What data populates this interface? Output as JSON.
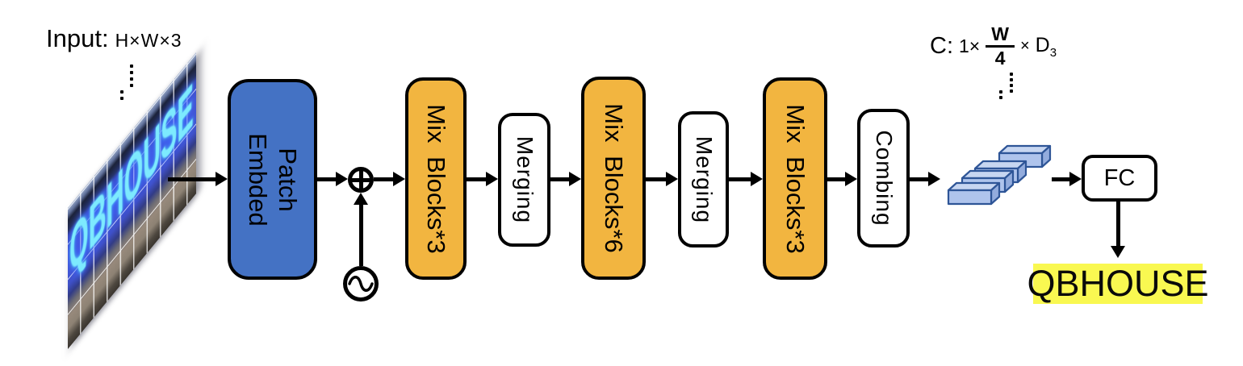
{
  "input": {
    "label": "Input:",
    "dims": "H×W×3",
    "sign_text": "QBHOUSE"
  },
  "encoder": {
    "patch_embed_line1": "Patch",
    "patch_embed_line2": "Embded",
    "blocks": [
      {
        "label": "Mix Blocks*3",
        "type": "mix"
      },
      {
        "label": "Merging",
        "type": "merge"
      },
      {
        "label": "Mix Blocks*6",
        "type": "mix"
      },
      {
        "label": "Merging",
        "type": "merge"
      },
      {
        "label": "Mix Blocks*3",
        "type": "mix"
      },
      {
        "label": "Combing",
        "type": "merge"
      }
    ]
  },
  "head": {
    "fc_label": "FC"
  },
  "output": {
    "feature_label_prefix": "C:",
    "feature_one": "1×",
    "feature_numerator": "W",
    "feature_denominator": "4",
    "feature_times": "×",
    "feature_dim": "D",
    "feature_dim_sub": "3",
    "prediction": "QBHOUSE"
  },
  "icons": {
    "add_icon": "circled-plus",
    "pos_encoding_icon": "sine-wave-circle",
    "feature_tokens_icon": "stacked-3d-bars",
    "continuation_dots": "vertical-ellipsis"
  },
  "colors": {
    "patch_embed_fill": "#4472C4",
    "mix_block_fill": "#F2B540",
    "white_block_fill": "#FFFFFF",
    "highlight_yellow": "#F9F851",
    "bars_fill": "#AFC4EC",
    "bars_border": "#2E5597",
    "sign_bg": "#4254CC",
    "sign_text_color": "#7DEAFE",
    "arrow_color": "#000000"
  }
}
